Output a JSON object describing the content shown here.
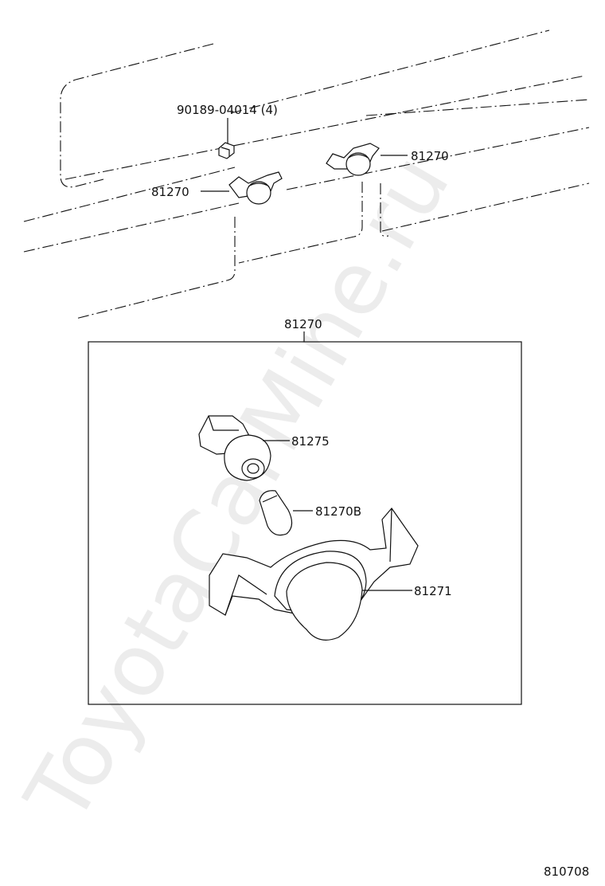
{
  "watermark": "ToyotaCarMine.ru",
  "labels": {
    "bolt": "90189-04014 (4)",
    "lamp_left": "81270",
    "lamp_right": "81270",
    "assembly": "81270",
    "socket": "81275",
    "bulb": "81270B",
    "lens": "81271"
  },
  "footer_code": "810708"
}
